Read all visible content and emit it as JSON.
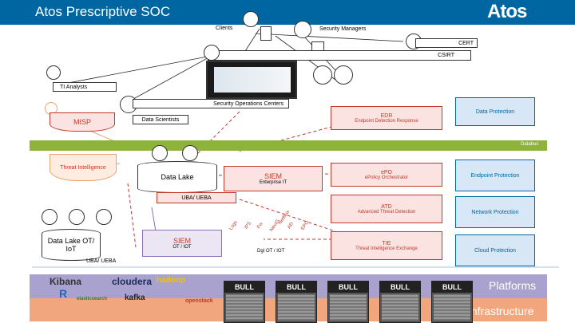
{
  "header": {
    "title": "Atos Prescriptive SOC",
    "logo": "Atos"
  },
  "roles": {
    "clients": "Clients",
    "security_managers": "Security Managers",
    "cert": "CERT",
    "csirt": "CSIRT",
    "ti_analysts": "TI Analysts",
    "soc": "Security Operations Centers",
    "data_scientists": "Data Scientists",
    "misp": "MISP",
    "threat_intel": "Threat Intelligence"
  },
  "components": {
    "edr_title": "EDR",
    "edr_sub": "Endpoint Detection Response",
    "data_protection": "Data Protection",
    "databus": "Databus",
    "data_lake": "Data Lake",
    "siem_title": "SIEM",
    "siem_sub": "Enterprise IT",
    "epo_title": "ePO",
    "epo_sub": "ePolicy Orchestrator",
    "endpoint_protection": "Endpoint Protection",
    "uba_ueba": "UBA/ UEBA",
    "atd_title": "ATD",
    "atd_sub": "Advanced Threat Detection",
    "network_protection": "Network Protection",
    "data_lake_ot": "Data Lake OT/ IoT",
    "siem_ot_title": "SIEM",
    "siem_ot_sub": "OT / IOT",
    "tie_title": "TIE",
    "tie_sub": "Threat Intelligence Exchange",
    "cloud_protection": "Cloud Protection",
    "uba_ueba_2": "UBA/ UEBA",
    "dgi": "DgI OT / IOT"
  },
  "tags": [
    "Logs",
    "IPS",
    "Fw",
    "NextG",
    "AD",
    "EPO",
    "Netflow"
  ],
  "platforms": {
    "platforms_label": "Platforms",
    "infra_label": "Infrastructure",
    "logos": [
      "Kibana",
      "cloudera",
      "hadoop",
      "R",
      "elasticsearch",
      "kafka",
      "openstack"
    ],
    "server_label": "BULL"
  },
  "colors": {
    "header": "#0066a1",
    "red": "#c0392b",
    "databus": "#8db33a",
    "platforms": "#a9a2cf",
    "infra": "#f2a67d",
    "orange": "#e8a36e",
    "purple": "#8b6fb5"
  }
}
